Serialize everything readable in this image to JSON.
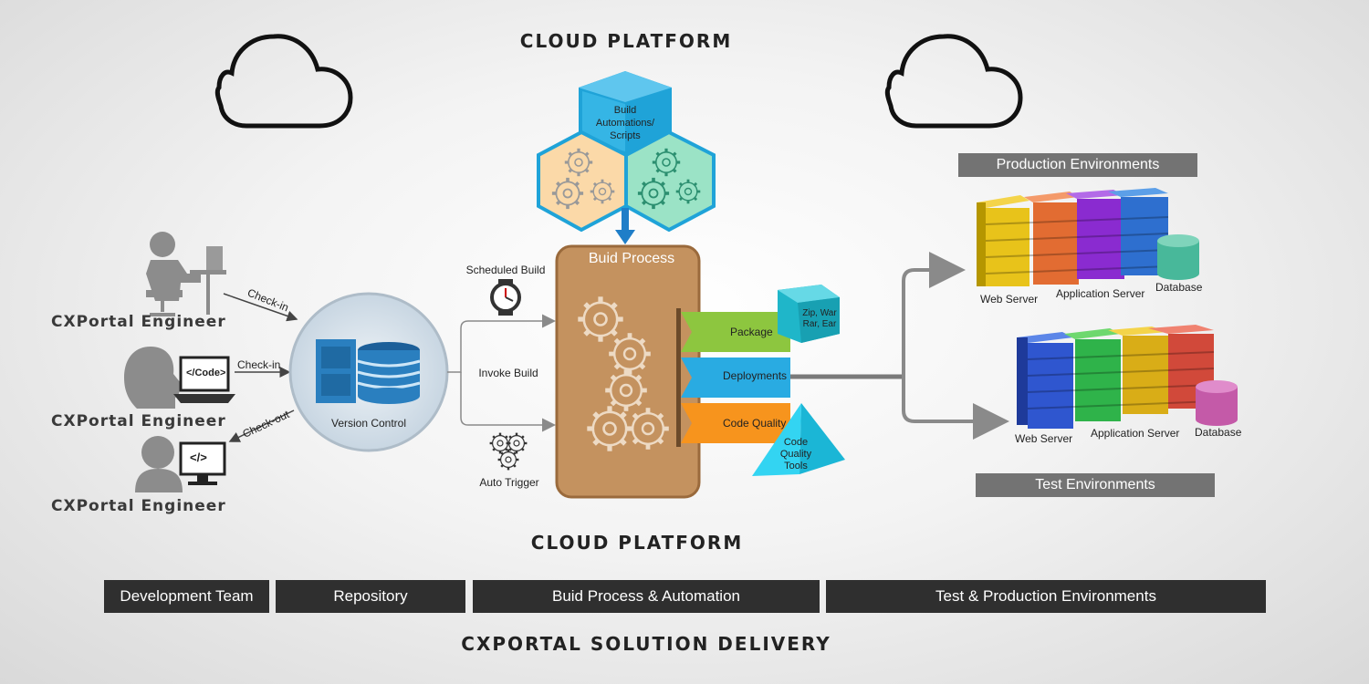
{
  "headings": {
    "top": "CLOUD PLATFORM",
    "middle": "CLOUD PLATFORM",
    "bottom": "CXPORTAL SOLUTION DELIVERY"
  },
  "engineers": [
    {
      "label": "CXPortal Engineer",
      "icon": "developer-at-desk-icon",
      "action": "Check-in"
    },
    {
      "label": "CXPortal Engineer",
      "icon": "engineer-with-code-laptop-icon",
      "action": "Check-in",
      "screen_text": "</Code>"
    },
    {
      "label": "CXPortal Engineer",
      "icon": "engineer-at-monitor-icon",
      "action": "Check-out",
      "screen_text": "</>"
    }
  ],
  "version_control": {
    "label": "Version Control",
    "icon": "server-database-icon"
  },
  "triggers": {
    "scheduled": "Scheduled Build",
    "invoke": "Invoke Build",
    "auto": "Auto Trigger"
  },
  "build_automation": {
    "line1": "Build",
    "line2": "Automations/",
    "line3": "Scripts"
  },
  "build_process": {
    "title": "Buid Process",
    "stages": [
      {
        "label": "Package",
        "color": "#8dc63f"
      },
      {
        "label": "Deployments",
        "color": "#29abe2"
      },
      {
        "label": "Code Quality",
        "color": "#f7941d"
      }
    ],
    "package_box": {
      "line1": "Zip, War",
      "line2": "Rar, Ear"
    },
    "quality_tools": {
      "line1": "Code",
      "line2": "Quality",
      "line3": "Tools"
    }
  },
  "production": {
    "title": "Production Environments",
    "web_server": "Web Server",
    "app_server": "Application Server",
    "database": "Database"
  },
  "test": {
    "title": "Test Environments",
    "web_server": "Web Server",
    "app_server": "Application Server",
    "database": "Database"
  },
  "bottom_bars": [
    "Development Team",
    "Repository",
    "Buid Process & Automation",
    "Test & Production Environments"
  ],
  "colors": {
    "cube_blue": "#1fa3d8",
    "cube_orange": "#fbd9a8",
    "cube_green": "#9be3c6",
    "build_box": "#c4925f",
    "bar": "#2f2f2f",
    "env_label": "#737373",
    "pyramid": "#33d4f2"
  }
}
